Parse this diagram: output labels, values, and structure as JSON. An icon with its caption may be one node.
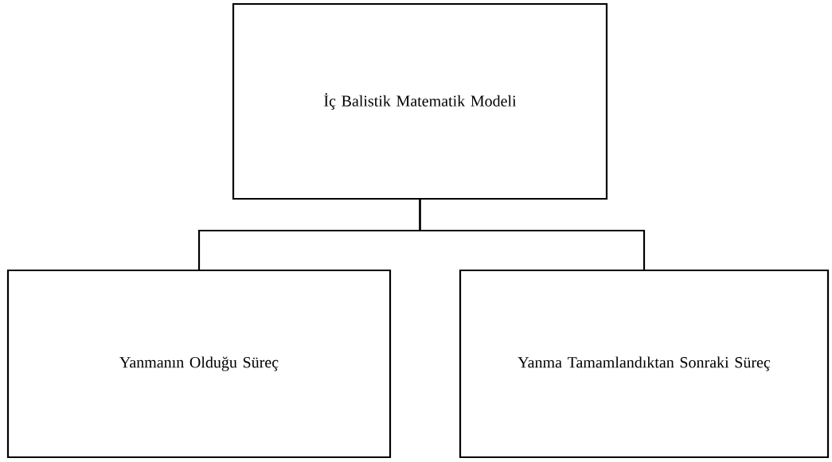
{
  "diagram": {
    "nodes": [
      {
        "text": [
          "İç Balistik Matematik Modeli"
        ]
      },
      {
        "text": [
          "Yanmanın Olduğu Süreç"
        ]
      },
      {
        "text": [
          "Yanma Tamamlandıktan Sonraki Süreç"
        ]
      }
    ],
    "edges": [
      {
        "from": 0,
        "to": 1,
        "arrow": "none"
      },
      {
        "from": 0,
        "to": 2,
        "arrow": "none"
      }
    ]
  }
}
